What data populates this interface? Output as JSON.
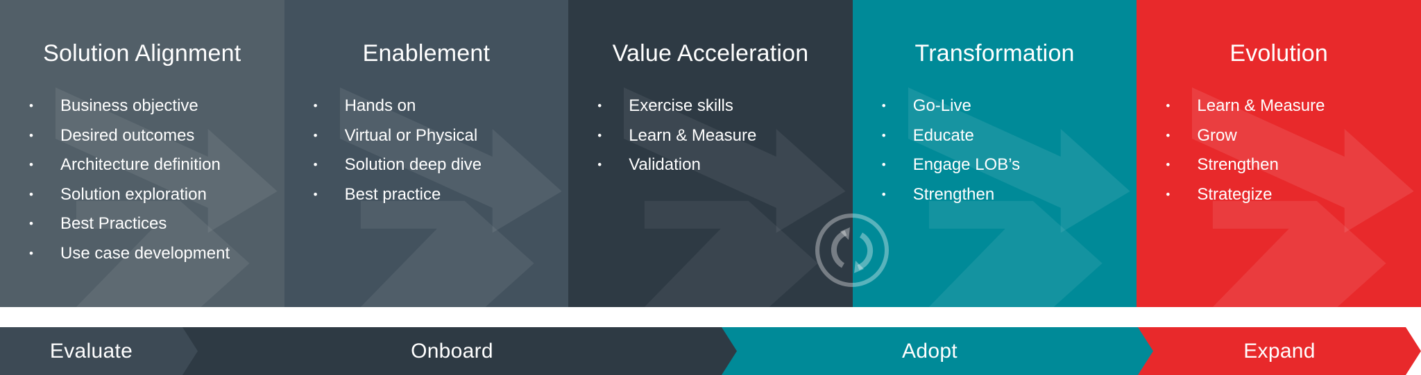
{
  "colors": {
    "panel1": "#525f68",
    "panel2": "#43525e",
    "panel3": "#2e3a44",
    "panel4": "#008a98",
    "panel5": "#e8292b",
    "band_evaluate": "#3d4a55",
    "band_onboard": "#2e3a44",
    "band_adopt": "#008a98",
    "band_expand": "#e8292b"
  },
  "panels": [
    {
      "title": "Solution Alignment",
      "items": [
        "Business objective",
        "Desired outcomes",
        "Architecture definition",
        "Solution exploration",
        "Best Practices",
        "Use case development"
      ]
    },
    {
      "title": "Enablement",
      "items": [
        "Hands on",
        "Virtual or Physical",
        "Solution deep dive",
        "Best practice"
      ]
    },
    {
      "title": "Value Acceleration",
      "items": [
        "Exercise skills",
        "Learn & Measure",
        "Validation"
      ]
    },
    {
      "title": "Transformation",
      "items": [
        "Go-Live",
        "Educate",
        "Engage LOB’s",
        "Strengthen"
      ]
    },
    {
      "title": "Evolution",
      "items": [
        "Learn & Measure",
        "Grow",
        "Strengthen",
        "Strategize"
      ]
    }
  ],
  "cycle_icon": "refresh-cycle-icon",
  "phases": [
    "Evaluate",
    "Onboard",
    "Adopt",
    "Expand"
  ]
}
